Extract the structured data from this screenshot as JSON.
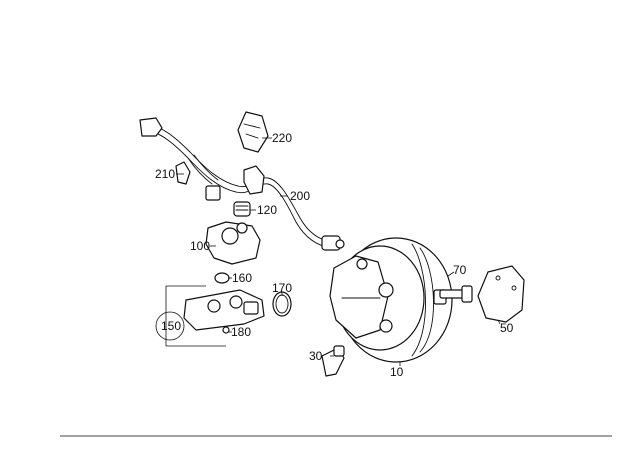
{
  "diagram": {
    "callouts": {
      "c10": "10",
      "c30": "30",
      "c50": "50",
      "c70": "70",
      "c100": "100",
      "c120": "120",
      "c150": "150",
      "c160": "160",
      "c170": "170",
      "c180": "180",
      "c200": "200",
      "c210": "210",
      "c220": "220"
    }
  }
}
